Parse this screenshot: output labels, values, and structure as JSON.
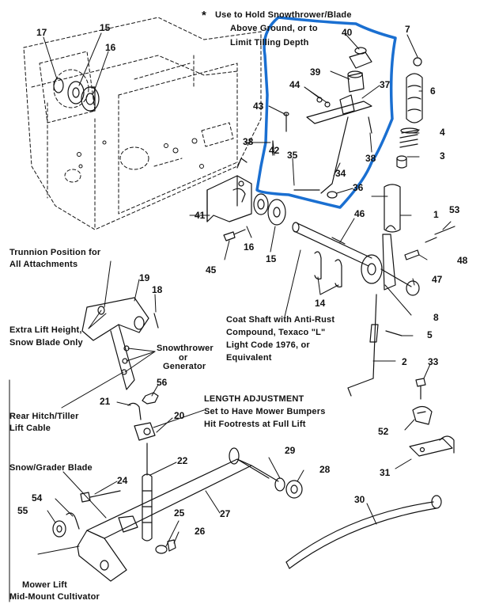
{
  "notes": {
    "asterisk": "*",
    "hold_line1": "Use to Hold Snowthrower/Blade",
    "hold_line2": "Above Ground, or to",
    "hold_line3": "Limit Tilling Depth",
    "trunnion_line1": "Trunnion Position for",
    "trunnion_line2": "All Attachments",
    "extra_line1": "Extra Lift Height,",
    "extra_line2": "Snow Blade Only",
    "snowthrower_line1": "Snowthrower",
    "snowthrower_line2": "or",
    "snowthrower_line3": "Generator",
    "coat_line1": "Coat Shaft with Anti-Rust",
    "coat_line2": "Compound, Texaco \"L\"",
    "coat_line3": "Light Code 1976, or",
    "coat_line4": "Equivalent",
    "rear_line1": "Rear Hitch/Tiller",
    "rear_line2": "Lift Cable",
    "length_line1": "LENGTH ADJUSTMENT",
    "length_line2": "Set to Have Mower Bumpers",
    "length_line3": "Hit Footrests at Full Lift",
    "snowgrader": "Snow/Grader Blade",
    "mower_line1": "Mower Lift",
    "mower_line2": "Mid-Mount Cultivator"
  },
  "parts": {
    "p1": "1",
    "p2": "2",
    "p3": "3",
    "p4": "4",
    "p5": "5",
    "p6": "6",
    "p7": "7",
    "p8": "8",
    "p14": "14",
    "p15": "15",
    "p16": "16",
    "p17": "17",
    "p18": "18",
    "p19": "19",
    "p20": "20",
    "p21": "21",
    "p22": "22",
    "p24": "24",
    "p25": "25",
    "p26": "26",
    "p27": "27",
    "p28": "28",
    "p29": "29",
    "p30": "30",
    "p31": "31",
    "p33": "33",
    "p34": "34",
    "p35": "35",
    "p36": "36",
    "p37": "37",
    "p38": "38",
    "p39": "39",
    "p40": "40",
    "p41": "41",
    "p42": "42",
    "p43": "43",
    "p44": "44",
    "p45": "45",
    "p46": "46",
    "p47": "47",
    "p48": "48",
    "p52": "52",
    "p53": "53",
    "p54": "54",
    "p55": "55",
    "p56": "56"
  },
  "colors": {
    "ink": "#111111",
    "highlight": "#1a6fd1",
    "paper": "#ffffff"
  }
}
